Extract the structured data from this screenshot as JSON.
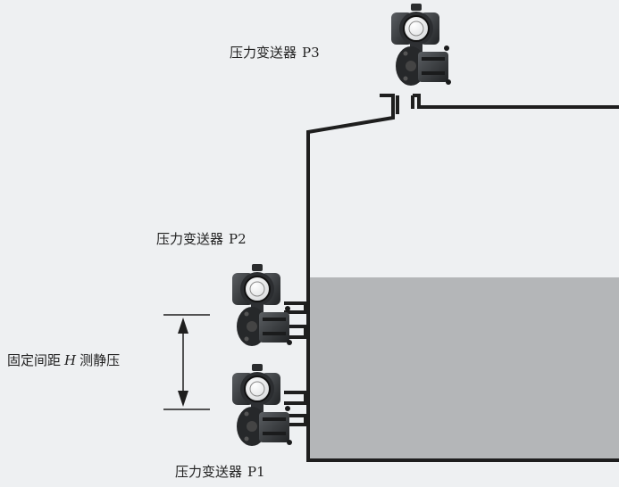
{
  "transmitters": [
    {
      "name": "压力变送器",
      "tag": "P3"
    },
    {
      "name": "压力变送器",
      "tag": "P2"
    },
    {
      "name": "压力变送器",
      "tag": "P1"
    }
  ],
  "dimension": {
    "prefix": "固定间距",
    "symbol": "H",
    "suffix": "测静压"
  },
  "colors": {
    "background": "#eef0f2",
    "liquid": "#b4b6b8",
    "tank_wall": "#1e1e1e",
    "transmitter_body": "#3a3d40",
    "transmitter_dark": "#1c1d1f"
  }
}
